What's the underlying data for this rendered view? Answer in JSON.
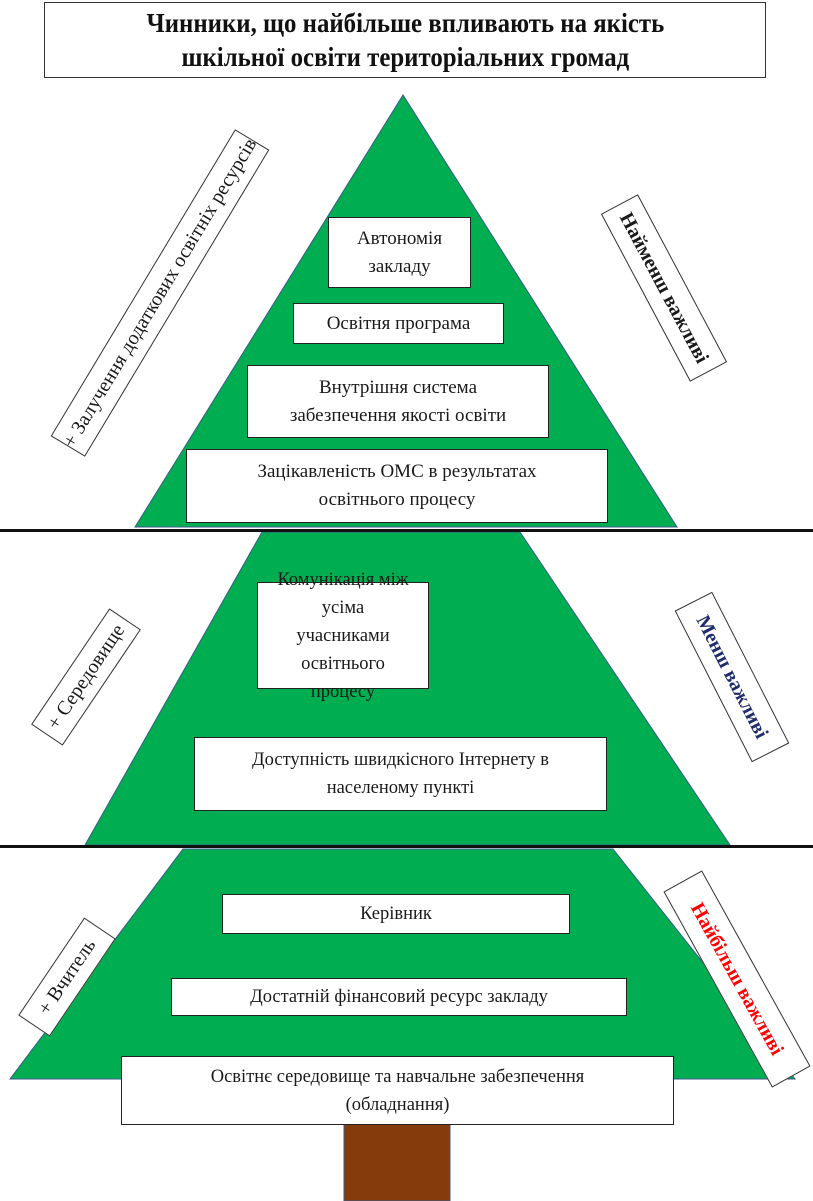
{
  "title": {
    "line1": "Чинники, що найбільше впливають на якість",
    "line2": "шкільної освіти територіальних громад"
  },
  "colors": {
    "foliage": "#00AD50",
    "trunk": "#843C0C",
    "least_important": "#1a1a1a",
    "less_important": "#1F2D6B",
    "most_important": "#FF0000"
  },
  "tiers": [
    {
      "left_label": "+ Залучення додаткових освітніх ресурсів",
      "right_label": "Найменш важливі",
      "factors": [
        {
          "lines": [
            "Автономія",
            "закладу"
          ]
        },
        {
          "lines": [
            "Освітня програма"
          ]
        },
        {
          "lines": [
            "Внутрішня система",
            "забезпечення якості освіти"
          ]
        },
        {
          "lines": [
            "Зацікавленість ОМС в результатах",
            "освітнього процесу"
          ]
        }
      ]
    },
    {
      "left_label": "+ Середовище",
      "right_label": "Менш важливі",
      "factors": [
        {
          "lines": [
            "Комунікація між усіма",
            "учасниками освітнього",
            "процесу"
          ]
        },
        {
          "lines": [
            "Доступність швидкісного Інтернету в",
            "населеному пункті"
          ]
        }
      ]
    },
    {
      "left_label": "+ Вчитель",
      "right_label": "Найбільш важливі",
      "factors": [
        {
          "lines": [
            "Керівник"
          ]
        },
        {
          "lines": [
            "Достатній фінансовий ресурс закладу"
          ]
        },
        {
          "lines": [
            "Освітнє середовище та навчальне забезпечення",
            "(обладнання)"
          ]
        }
      ]
    }
  ]
}
